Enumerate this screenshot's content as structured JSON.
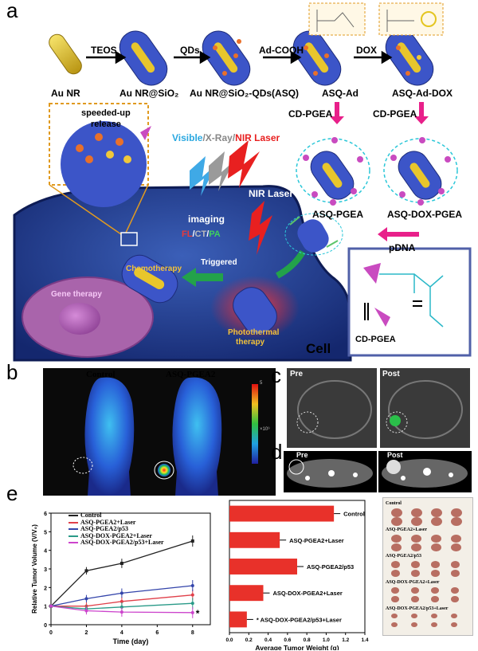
{
  "panel_labels": [
    "a",
    "b",
    "c",
    "d",
    "e"
  ],
  "panel_a": {
    "step_labels": [
      "TEOS",
      "QDs",
      "Ad-COOH",
      "DOX"
    ],
    "product_labels": [
      "Au NR",
      "Au NR@SiO₂",
      "Au NR@SiO₂-QDs(ASQ)",
      "ASQ-Ad",
      "ASQ-Ad-DOX"
    ],
    "cd_pgea_left": "CD-PGEA",
    "cd_pgea_right": "CD-PGEA",
    "asq_pgea": "ASQ-PGEA",
    "asq_dox_pgea": "ASQ-DOX-PGEA",
    "pdna": "pDNA",
    "speeded_up": "speeded-up",
    "release": "release",
    "visible": "Visible",
    "xray": "/X-Ray/",
    "nir_laser_top": "NIR Laser",
    "nir_laser_mid": "NIR Laser",
    "imaging": "imaging",
    "fl": "FL",
    "ct": "CT",
    "pa": "PA",
    "triggered": "Triggered",
    "chemotherapy": "Chemotherapy",
    "photothermal": "Photothermal",
    "therapy": "therapy",
    "gene_therapy": "Gene therapy",
    "cell": "Cell",
    "legend_cd_pgea": "CD-PGEA"
  },
  "panel_b": {
    "control": "Control",
    "asq": "ASQ-PGEA2",
    "scale_top": "5",
    "scale_unit": "×10⁹"
  },
  "panel_c": {
    "pre": "Pre",
    "post": "Post"
  },
  "panel_d": {
    "pre": "Pre",
    "post": "Post"
  },
  "panel_e": {
    "photo_labels": [
      "Control",
      "ASQ-PGEA2+Laser",
      "ASQ-PGEA2/p53",
      "ASQ-DOX-PGEA2+Laser",
      "ASQ-DOX-PGEA2/p53+Laser"
    ],
    "star": "*"
  },
  "chart_data": [
    {
      "type": "line",
      "ylabel": "Relative Tumor Volume (V/V₀)",
      "xlabel": "Time (day)",
      "xlim": [
        0,
        9
      ],
      "ylim": [
        0,
        6
      ],
      "xticks": [
        0,
        2,
        4,
        6,
        8
      ],
      "yticks": [
        0,
        1,
        2,
        3,
        4,
        5,
        6
      ],
      "x": [
        0,
        2,
        4,
        8
      ],
      "legend_position": "top-left",
      "series": [
        {
          "name": "Control",
          "color": "#222222",
          "values": [
            1,
            2.9,
            3.3,
            4.5
          ]
        },
        {
          "name": "ASQ-PGEA2+Laser",
          "color": "#e0404a",
          "values": [
            1,
            1.0,
            1.25,
            1.6
          ]
        },
        {
          "name": "ASQ-PGEA2/p53",
          "color": "#3344aa",
          "values": [
            1,
            1.4,
            1.7,
            2.1
          ]
        },
        {
          "name": "ASQ-DOX-PGEA2+Laser",
          "color": "#2a9a88",
          "values": [
            1,
            0.85,
            0.95,
            1.15
          ]
        },
        {
          "name": "ASQ-DOX-PGEA2/p53+Laser",
          "color": "#cc44cc",
          "values": [
            1,
            0.75,
            0.68,
            0.65
          ]
        }
      ]
    },
    {
      "type": "bar",
      "orientation": "horizontal",
      "xlabel": "Average Tumor Weight (g)",
      "xlim": [
        0,
        1.4
      ],
      "xticks": [
        0.0,
        0.2,
        0.4,
        0.6,
        0.8,
        1.0,
        1.2,
        1.4
      ],
      "categories": [
        "Control",
        "ASQ-PGEA2+Laser",
        "ASQ-PGEA2/p53",
        "ASQ-DOX-PGEA2+Laser",
        "ASQ-DOX-PGEA2/p53+Laser"
      ],
      "values": [
        1.08,
        0.52,
        0.7,
        0.35,
        0.18
      ],
      "color": "#e8312a"
    }
  ]
}
